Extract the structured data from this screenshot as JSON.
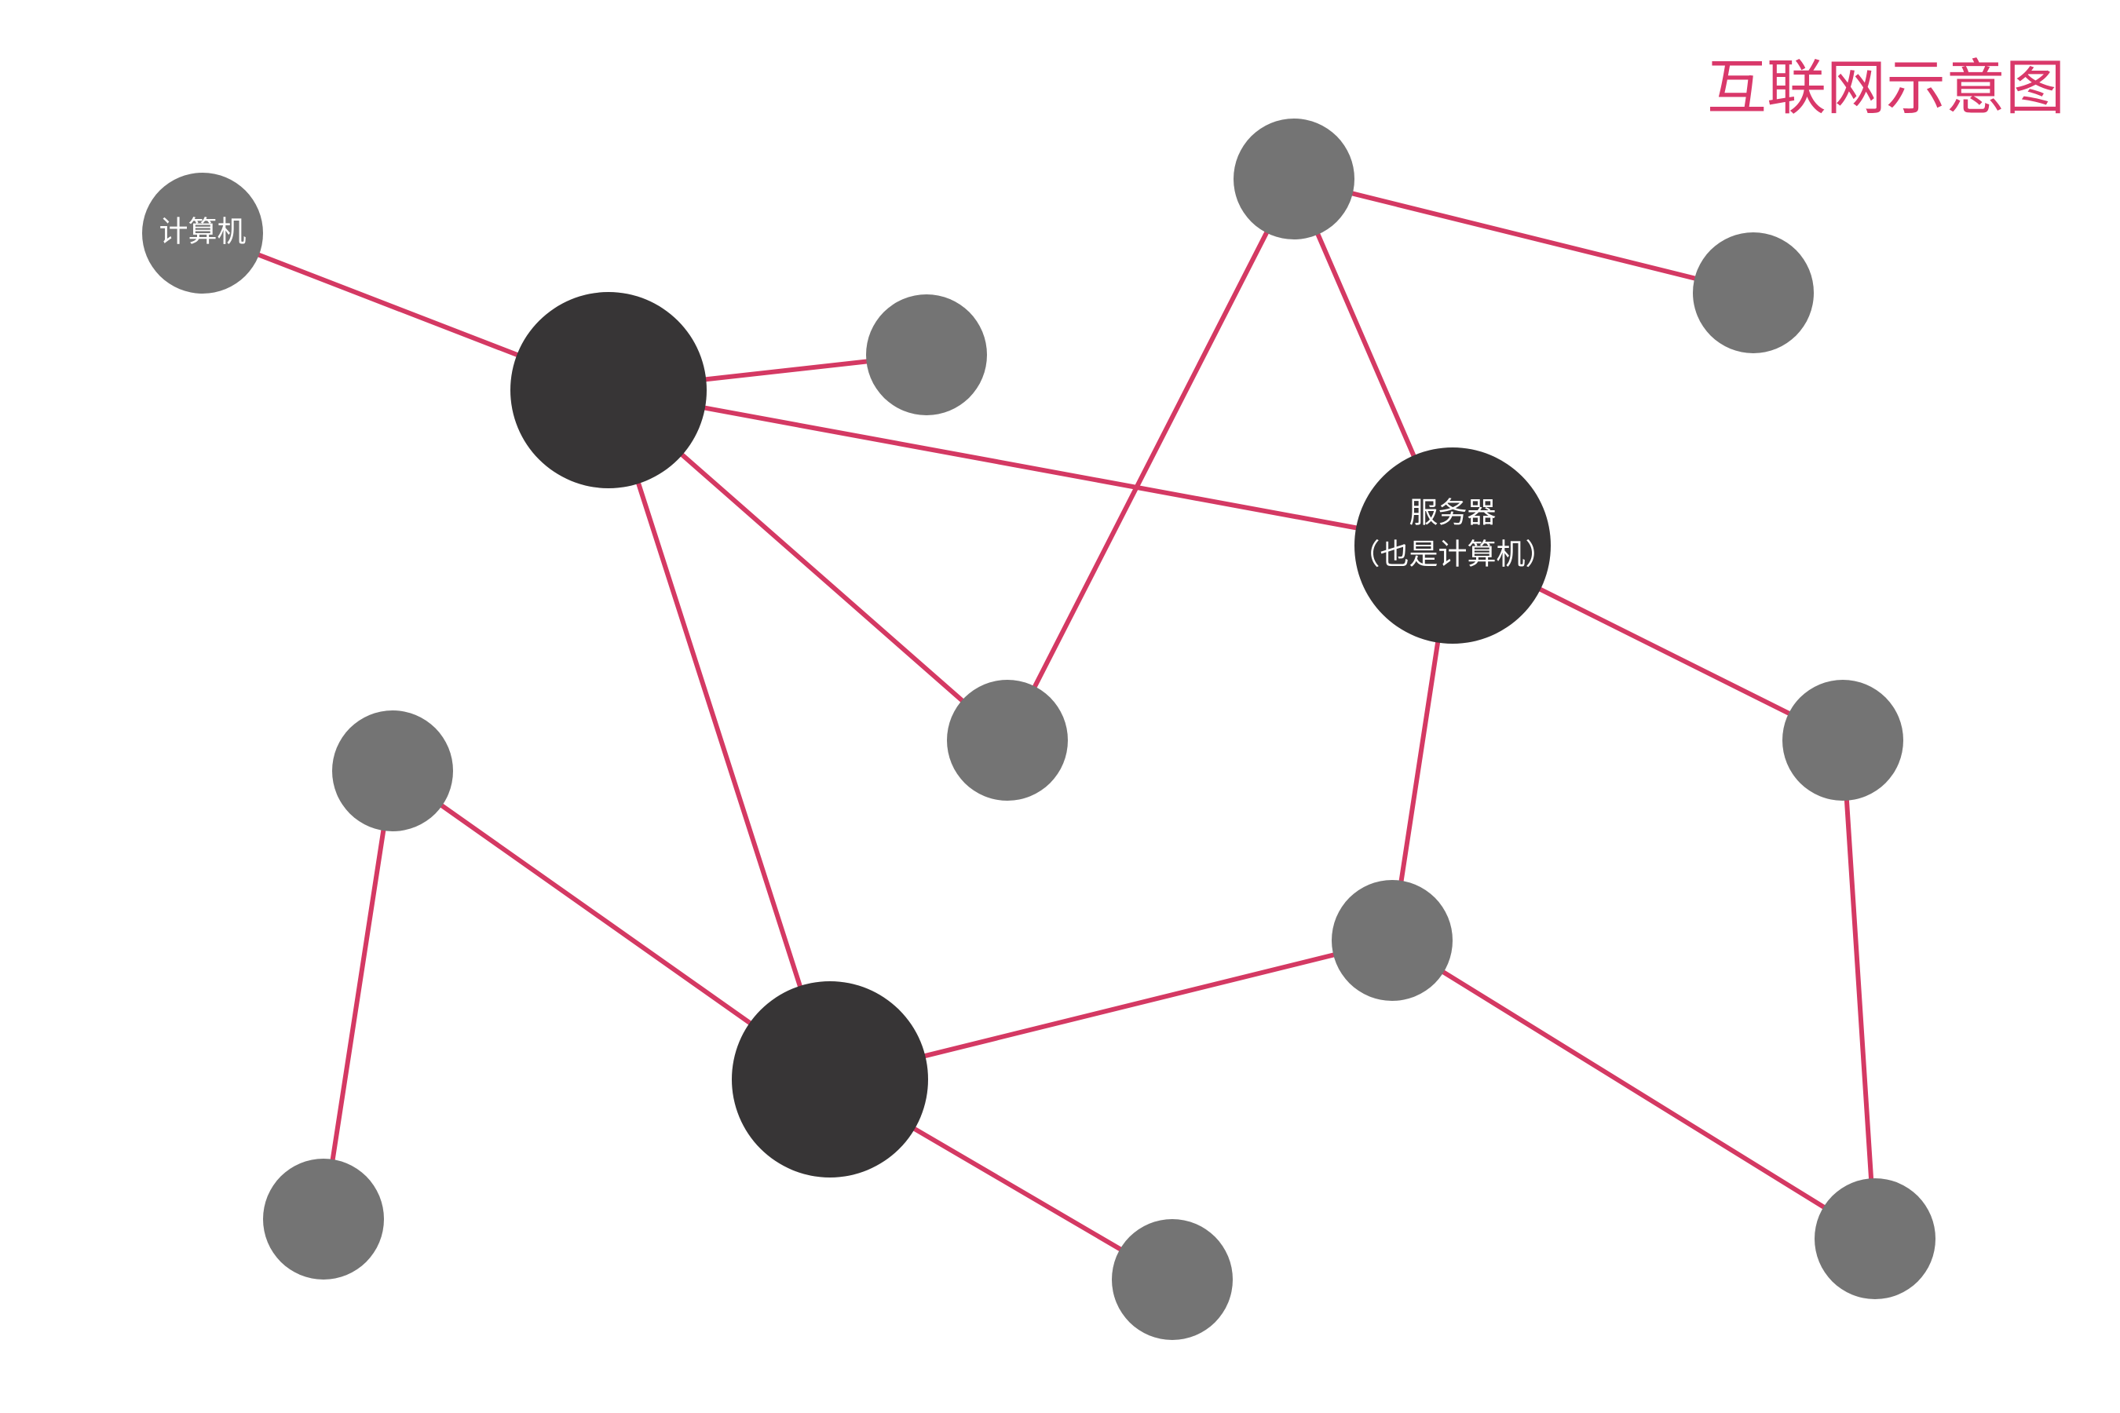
{
  "title": "互联网示意图",
  "colors": {
    "title": "#d9386a",
    "edge": "#d43963",
    "computer_node": "#747474",
    "hub_node": "#373536",
    "label_text": "#ffffff",
    "background": "#ffffff"
  },
  "labels": {
    "computer": "计算机",
    "server_line1": "服务器",
    "server_line2": "（也是计算机）"
  }
}
